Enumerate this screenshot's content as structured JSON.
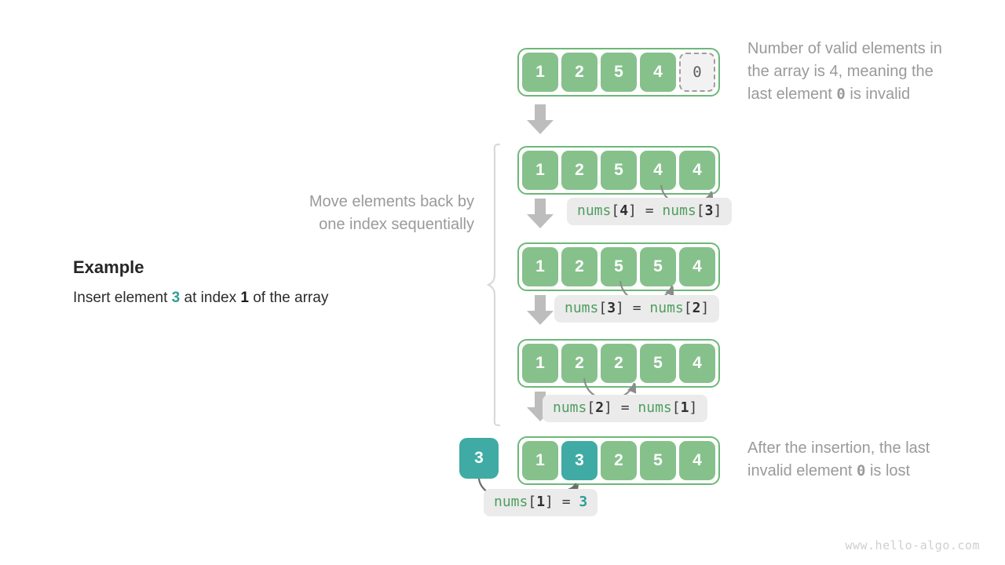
{
  "example": {
    "title": "Example",
    "description_prefix": "Insert element ",
    "description_value": "3",
    "description_mid": " at index ",
    "description_index": "1",
    "description_suffix": " of the array"
  },
  "notes": {
    "top": {
      "line1": "Number of valid elements in",
      "line2": "the array is 4, meaning the",
      "line3_prefix": "last element ",
      "line3_mono": "0",
      "line3_suffix": " is invalid"
    },
    "middle": {
      "line1": "Move elements back by",
      "line2": "one index sequentially"
    },
    "bottom": {
      "line1": "After the insertion, the last",
      "line2_prefix": "invalid element ",
      "line2_mono": "0",
      "line2_suffix": " is lost"
    }
  },
  "rows": [
    {
      "name": "row-initial",
      "cells": [
        {
          "value": "1",
          "style": "green"
        },
        {
          "value": "2",
          "style": "green"
        },
        {
          "value": "5",
          "style": "green"
        },
        {
          "value": "4",
          "style": "green"
        },
        {
          "value": "0",
          "style": "invalid"
        }
      ]
    },
    {
      "name": "row-shift-4",
      "cells": [
        {
          "value": "1",
          "style": "green"
        },
        {
          "value": "2",
          "style": "green"
        },
        {
          "value": "5",
          "style": "green"
        },
        {
          "value": "4",
          "style": "green"
        },
        {
          "value": "4",
          "style": "green"
        }
      ]
    },
    {
      "name": "row-shift-3",
      "cells": [
        {
          "value": "1",
          "style": "green"
        },
        {
          "value": "2",
          "style": "green"
        },
        {
          "value": "5",
          "style": "green"
        },
        {
          "value": "5",
          "style": "green"
        },
        {
          "value": "4",
          "style": "green"
        }
      ]
    },
    {
      "name": "row-shift-2",
      "cells": [
        {
          "value": "1",
          "style": "green"
        },
        {
          "value": "2",
          "style": "green"
        },
        {
          "value": "2",
          "style": "green"
        },
        {
          "value": "5",
          "style": "green"
        },
        {
          "value": "4",
          "style": "green"
        }
      ]
    },
    {
      "name": "row-final",
      "cells": [
        {
          "value": "1",
          "style": "green"
        },
        {
          "value": "3",
          "style": "teal"
        },
        {
          "value": "2",
          "style": "green"
        },
        {
          "value": "5",
          "style": "green"
        },
        {
          "value": "4",
          "style": "green"
        }
      ]
    }
  ],
  "insert_box": {
    "value": "3"
  },
  "code_chips": [
    {
      "name": "chip-nums4",
      "fn1": "nums",
      "idx1": "4",
      "eq": "=",
      "fn2": "nums",
      "idx2": "3"
    },
    {
      "name": "chip-nums3",
      "fn1": "nums",
      "idx1": "3",
      "eq": "=",
      "fn2": "nums",
      "idx2": "2"
    },
    {
      "name": "chip-nums2",
      "fn1": "nums",
      "idx1": "2",
      "eq": "=",
      "fn2": "nums",
      "idx2": "1"
    },
    {
      "name": "chip-nums1",
      "fn1": "nums",
      "idx1": "1",
      "eq": "=",
      "value": "3"
    }
  ],
  "colors": {
    "green_cell": "#86c18c",
    "green_border": "#6db878",
    "teal": "#3faba4",
    "arrow_gray": "#bdbdbd",
    "curve_gray": "#8c8c8c",
    "note_gray": "#9a9a9a",
    "chip_bg": "#ebebeb",
    "code_green": "#4f9e5f"
  },
  "watermark": "www.hello-algo.com"
}
